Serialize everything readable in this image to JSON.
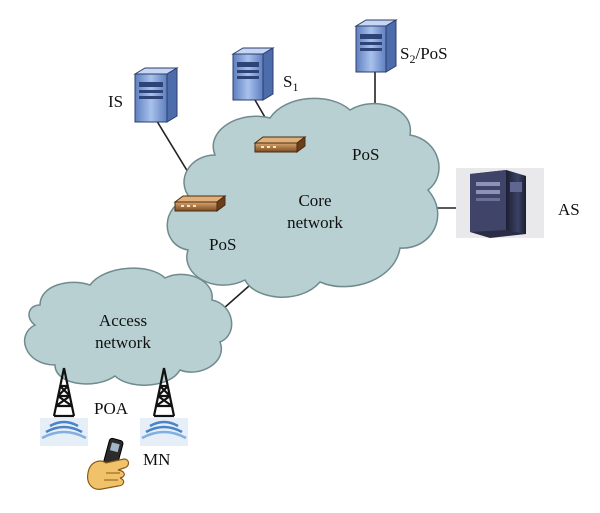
{
  "colors": {
    "cloud_fill": "#b8d0d2",
    "cloud_stroke": "#6f8b8e",
    "server_blue": "#7f9fd8",
    "router_brown": "#b07a46",
    "tower_black": "#111111",
    "signal_blue": "#4a83c6",
    "hand_skin": "#f0c36a",
    "as_server_dark": "#2b2f4a"
  },
  "nodes": {
    "is": {
      "label": "IS",
      "icon": "server-icon"
    },
    "s1": {
      "label_main": "S",
      "label_sub": "1",
      "icon": "server-icon"
    },
    "s2": {
      "label_main": "S",
      "label_sub": "2",
      "label_rest": "/PoS",
      "icon": "server-icon"
    },
    "as": {
      "label": "AS",
      "icon": "tower-server-icon"
    },
    "pos_upper": {
      "label": "PoS",
      "icon": "router-icon"
    },
    "pos_lower": {
      "label": "PoS",
      "icon": "router-icon"
    },
    "poa": {
      "label": "POA",
      "icon": "antenna-tower-icon"
    },
    "mn": {
      "label": "MN",
      "icon": "mobile-phone-icon"
    }
  },
  "clouds": {
    "core": {
      "line1": "Core",
      "line2": "network"
    },
    "access": {
      "line1": "Access",
      "line2": "network"
    }
  }
}
